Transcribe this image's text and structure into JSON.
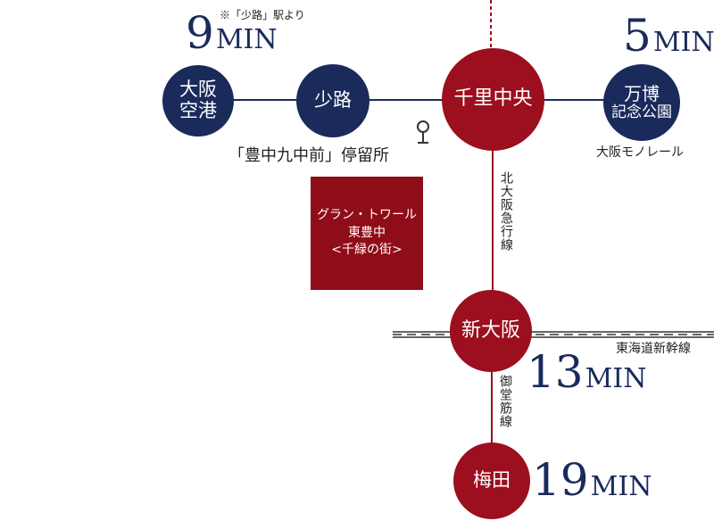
{
  "stations": {
    "itami": {
      "line1": "大阪",
      "line2": "空港"
    },
    "shoji": {
      "name": "少路"
    },
    "senri_chuo": {
      "name": "千里中央"
    },
    "banpaku": {
      "line1": "万博",
      "line2": "記念公園"
    },
    "shin_osaka": {
      "name": "新大阪"
    },
    "umeda": {
      "name": "梅田"
    }
  },
  "times": {
    "itami": {
      "num": "9",
      "unit": "MIN",
      "note": "※「少路」駅より"
    },
    "banpaku": {
      "num": "5",
      "unit": "MIN"
    },
    "shin_osaka": {
      "num": "13",
      "unit": "MIN"
    },
    "umeda": {
      "num": "19",
      "unit": "MIN"
    }
  },
  "labels": {
    "bus_stop": "「豊中九中前」停留所",
    "monorail": "大阪モノレール",
    "kita_osaka_line": "北大阪急行線",
    "tokaido": "東海道新幹線",
    "midosuji": "御堂筋線"
  },
  "property": {
    "line1": "グラン・トワール",
    "line2": "東豊中",
    "line3": "<千緑の街>"
  },
  "colors": {
    "navy": "#1a2a5b",
    "red": "#9c0f1e",
    "property": "#8f0d18"
  }
}
